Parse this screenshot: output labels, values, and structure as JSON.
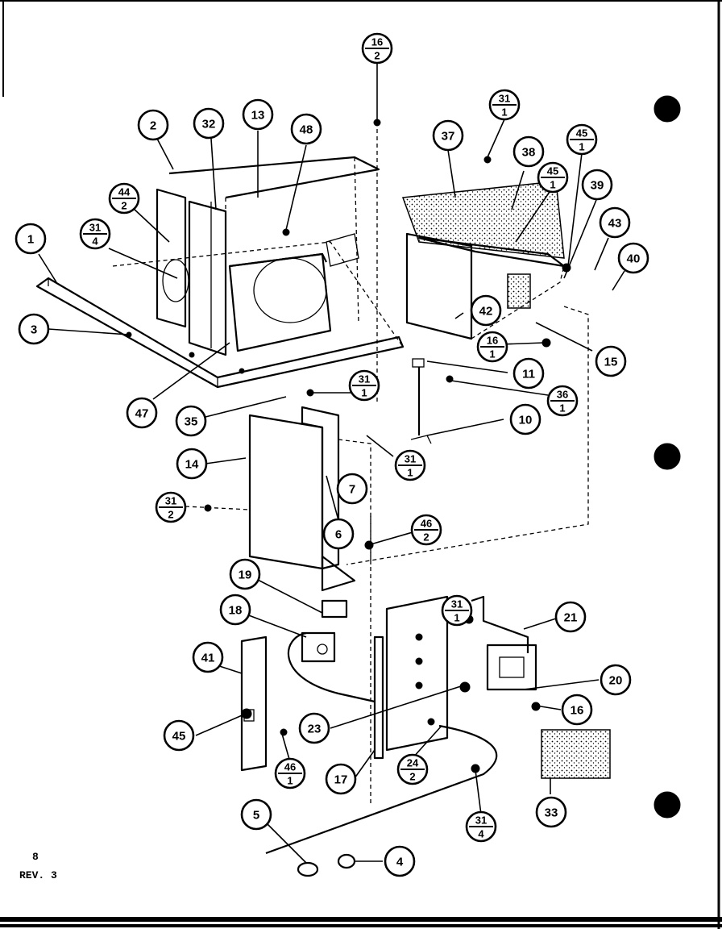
{
  "page": {
    "page_number": "8",
    "revision": "REV. 3"
  },
  "callouts": [
    {
      "id": "c1",
      "top": "1"
    },
    {
      "id": "c2",
      "top": "2"
    },
    {
      "id": "c3",
      "top": "3"
    },
    {
      "id": "c4",
      "top": "4"
    },
    {
      "id": "c5",
      "top": "5"
    },
    {
      "id": "c6",
      "top": "6"
    },
    {
      "id": "c7",
      "top": "7"
    },
    {
      "id": "c10",
      "top": "10"
    },
    {
      "id": "c11",
      "top": "11"
    },
    {
      "id": "c13",
      "top": "13"
    },
    {
      "id": "c14",
      "top": "14"
    },
    {
      "id": "c15",
      "top": "15"
    },
    {
      "id": "c16",
      "top": "16"
    },
    {
      "id": "c17",
      "top": "17"
    },
    {
      "id": "c18",
      "top": "18"
    },
    {
      "id": "c19",
      "top": "19"
    },
    {
      "id": "c20",
      "top": "20"
    },
    {
      "id": "c21",
      "top": "21"
    },
    {
      "id": "c23",
      "top": "23"
    },
    {
      "id": "c32",
      "top": "32"
    },
    {
      "id": "c33",
      "top": "33"
    },
    {
      "id": "c35",
      "top": "35"
    },
    {
      "id": "c37",
      "top": "37"
    },
    {
      "id": "c38",
      "top": "38"
    },
    {
      "id": "c39",
      "top": "39"
    },
    {
      "id": "c40",
      "top": "40"
    },
    {
      "id": "c41",
      "top": "41"
    },
    {
      "id": "c42",
      "top": "42"
    },
    {
      "id": "c43",
      "top": "43"
    },
    {
      "id": "c45",
      "top": "45"
    },
    {
      "id": "c47",
      "top": "47"
    },
    {
      "id": "c48",
      "top": "48"
    },
    {
      "id": "s16_2",
      "top": "16",
      "bottom": "2"
    },
    {
      "id": "s31_1a",
      "top": "31",
      "bottom": "1"
    },
    {
      "id": "s45_1a",
      "top": "45",
      "bottom": "1"
    },
    {
      "id": "s45_1b",
      "top": "45",
      "bottom": "1"
    },
    {
      "id": "s44_2",
      "top": "44",
      "bottom": "2"
    },
    {
      "id": "s31_4a",
      "top": "31",
      "bottom": "4"
    },
    {
      "id": "s16_1",
      "top": "16",
      "bottom": "1"
    },
    {
      "id": "s31_1b",
      "top": "31",
      "bottom": "1"
    },
    {
      "id": "s36_1",
      "top": "36",
      "bottom": "1"
    },
    {
      "id": "s31_1c",
      "top": "31",
      "bottom": "1"
    },
    {
      "id": "s31_2",
      "top": "31",
      "bottom": "2"
    },
    {
      "id": "s46_2",
      "top": "46",
      "bottom": "2"
    },
    {
      "id": "s31_1d",
      "top": "31",
      "bottom": "1"
    },
    {
      "id": "s46_1",
      "top": "46",
      "bottom": "1"
    },
    {
      "id": "s24_2",
      "top": "24",
      "bottom": "2"
    },
    {
      "id": "s31_4b",
      "top": "31",
      "bottom": "4"
    }
  ]
}
